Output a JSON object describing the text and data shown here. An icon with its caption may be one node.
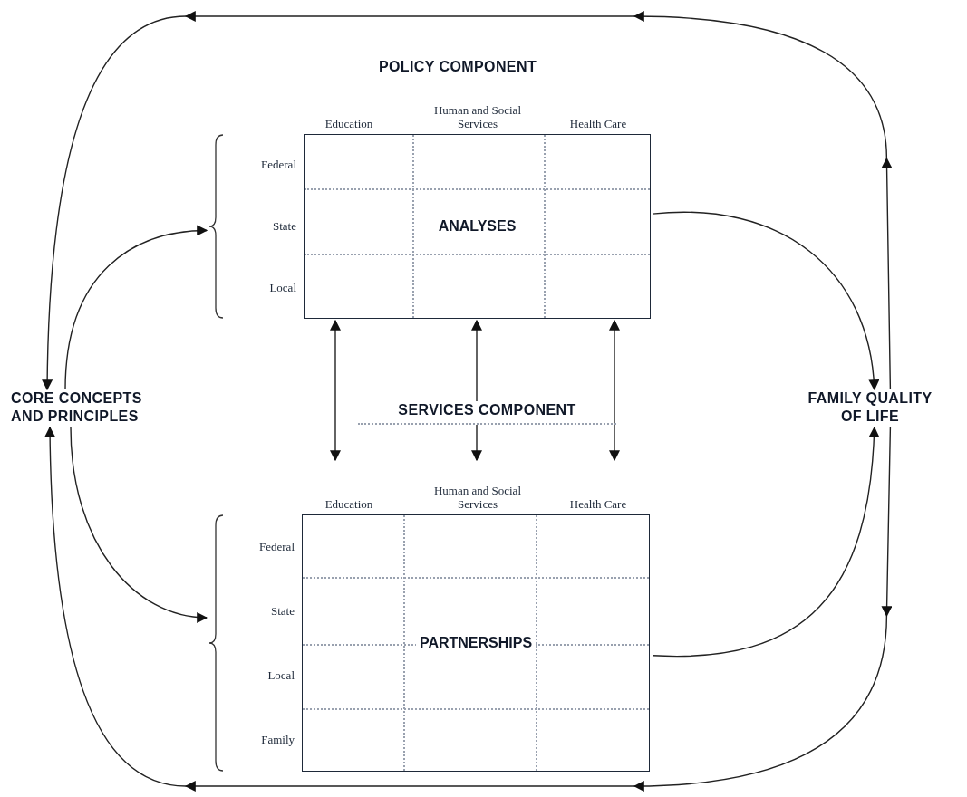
{
  "diagram": {
    "nodes": [
      {
        "text": [
          "CORE CONCEPTS AND PRINCIPLES"
        ]
      },
      {
        "text": [
          "ANALYSES"
        ],
        "beside": [
          "Education",
          "Human and Social Services",
          "Health Care",
          "Federal",
          "State",
          "Local"
        ]
      },
      {
        "text": [
          "SERVICES COMPONENT"
        ]
      },
      {
        "text": [
          "PARTNERSHIPS"
        ],
        "beside": [
          "Education",
          "Human and Social Services",
          "Health Care",
          "Federal",
          "State",
          "Local",
          "Family"
        ]
      },
      {
        "text": [
          "FAMILY QUALITY OF LIFE"
        ]
      }
    ],
    "edges": [
      {
        "from": 4,
        "to": 0,
        "arrow": "to"
      },
      {
        "from": 4,
        "to": 0,
        "arrow": "to"
      },
      {
        "from": 0,
        "to": 1,
        "arrow": "to"
      },
      {
        "from": 1,
        "to": 4,
        "arrow": "to"
      },
      {
        "from": 3,
        "to": 4,
        "arrow": "to"
      },
      {
        "from": 0,
        "to": 3,
        "arrow": "to"
      },
      {
        "from": 1,
        "to": 3,
        "arrow": "both"
      },
      {
        "from": 1,
        "to": 3,
        "arrow": "both"
      },
      {
        "from": 2,
        "to": 1,
        "arrow": "to"
      },
      {
        "from": 2,
        "to": 3,
        "arrow": "to"
      }
    ],
    "labels": [
      "POLICY COMPONENT"
    ]
  }
}
